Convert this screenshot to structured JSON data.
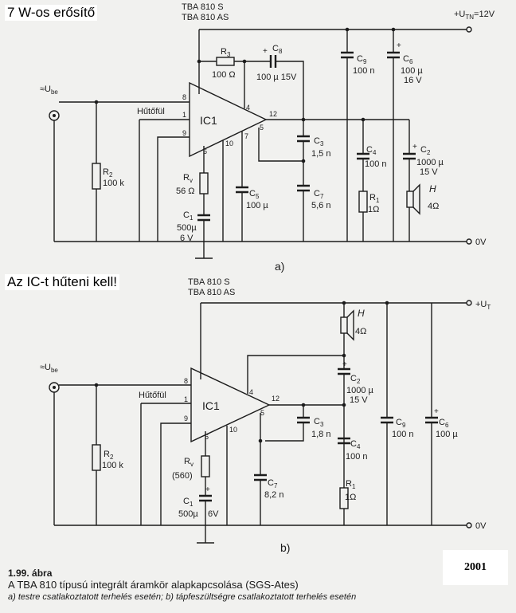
{
  "notes": {
    "top": "7 W-os erősítő",
    "middle": "Az IC-t hűteni kell!"
  },
  "year": "2001",
  "caption": {
    "number": "1.99. ábra",
    "title": "A TBA 810 típusú integrált áramkör alapkapcsolása (SGS-Ates)",
    "description_a_prefix": "a)",
    "description_a": "testre csatlakoztatott terhelés esetén;",
    "description_b_prefix": "b)",
    "description_b": "tápfeszültségre csatlakoztatott terhelés esetén"
  },
  "schematic_a": {
    "chip_line1": "TBA 810 S",
    "chip_line2": "TBA 810 AS",
    "supply": "+U",
    "supply_sub": "TN",
    "supply_value": "=12V",
    "input": "≈U",
    "input_sub": "be",
    "heatsink": "Hűtőfül",
    "ic": "IC1",
    "pins": {
      "p8": "8",
      "p1": "1",
      "p9": "9",
      "p6": "6",
      "p10": "10",
      "p7": "7",
      "p4": "4",
      "p12": "12",
      "p5": "5"
    },
    "r3": {
      "name": "R",
      "sub": "3",
      "value": "100 Ω"
    },
    "c8": {
      "name": "C",
      "sub": "8",
      "value": "100 µ 15V"
    },
    "c9": {
      "name": "C",
      "sub": "9",
      "value": "100 n"
    },
    "c6": {
      "name": "C",
      "sub": "6",
      "value1": "100 µ",
      "value2": "16 V"
    },
    "r2": {
      "name": "R",
      "sub": "2",
      "value": "100 k"
    },
    "rv": {
      "name": "R",
      "sub": "v",
      "value": "56 Ω"
    },
    "c1": {
      "name": "C",
      "sub": "1",
      "value1": "500µ",
      "value2": "6 V"
    },
    "c5": {
      "name": "C",
      "sub": "5",
      "value": "100 µ"
    },
    "c3": {
      "name": "C",
      "sub": "3",
      "value": "1,5 n"
    },
    "c7": {
      "name": "C",
      "sub": "7",
      "value": "5,6 n"
    },
    "c4": {
      "name": "C",
      "sub": "4",
      "value": "100 n"
    },
    "r1": {
      "name": "R",
      "sub": "1",
      "value": "1Ω"
    },
    "c2": {
      "name": "C",
      "sub": "2",
      "value1": "1000 µ",
      "value2": "15 V"
    },
    "speaker": {
      "name": "H",
      "value": "4Ω"
    },
    "ground": "0V",
    "label": "a)"
  },
  "schematic_b": {
    "chip_line1": "TBA 810 S",
    "chip_line2": "TBA 810 AS",
    "supply": "+U",
    "supply_sub": "T",
    "input": "≈U",
    "input_sub": "be",
    "heatsink": "Hűtőfül",
    "ic": "IC1",
    "pins": {
      "p8": "8",
      "p1": "1",
      "p9": "9",
      "p6": "6",
      "p10": "10",
      "p4": "4",
      "p12": "12",
      "p5": "5"
    },
    "speaker": {
      "name": "H",
      "value": "4Ω"
    },
    "c2": {
      "name": "C",
      "sub": "2",
      "value1": "1000 µ",
      "value2": "15 V"
    },
    "c3": {
      "name": "C",
      "sub": "3",
      "value": "1,8 n"
    },
    "c4": {
      "name": "C",
      "sub": "4",
      "value": "100 n"
    },
    "r1": {
      "name": "R",
      "sub": "1",
      "value": "1Ω"
    },
    "c7": {
      "name": "C",
      "sub": "7",
      "value": "8,2 n"
    },
    "c9": {
      "name": "C",
      "sub": "9",
      "value": "100 n"
    },
    "c6": {
      "name": "C",
      "sub": "6",
      "value": "100 µ"
    },
    "r2": {
      "name": "R",
      "sub": "2",
      "value": "100 k"
    },
    "rv": {
      "name": "R",
      "sub": "v",
      "value": "(560)"
    },
    "c1": {
      "name": "C",
      "sub": "1",
      "value1": "500µ",
      "value2": "6V"
    },
    "ground": "0V",
    "label": "b)"
  }
}
